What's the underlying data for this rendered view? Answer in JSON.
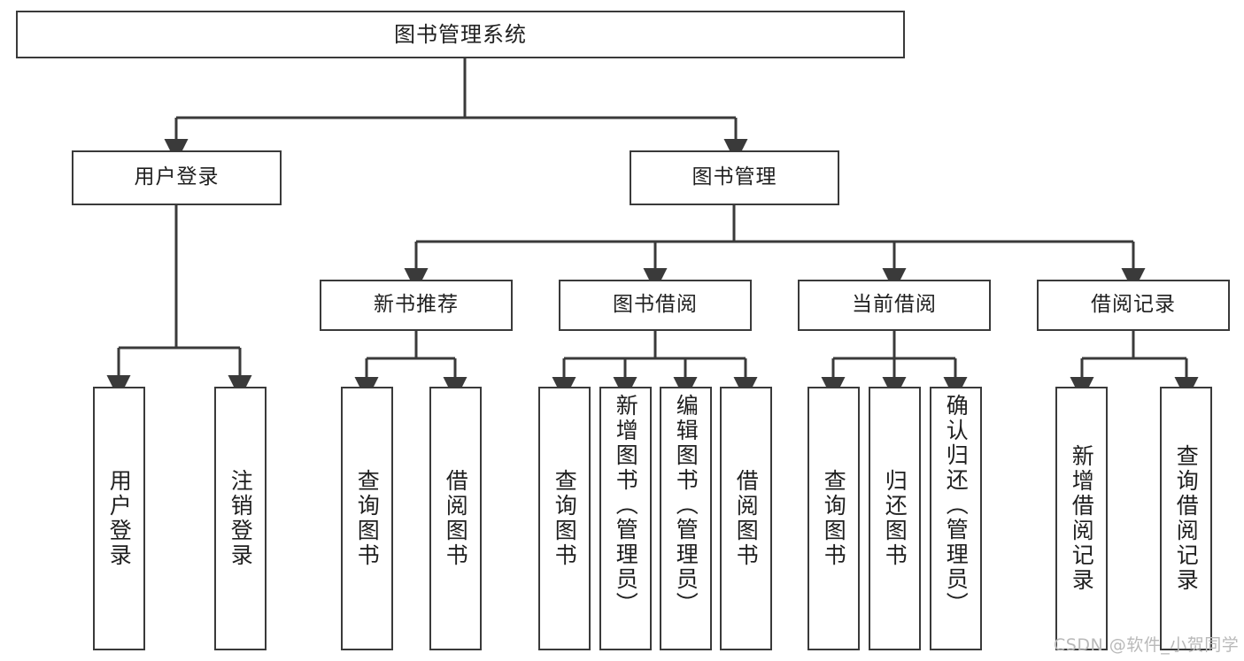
{
  "diagram": {
    "title": "图书管理系统",
    "type": "tree",
    "root": {
      "id": "root",
      "label": "图书管理系统"
    },
    "level2": [
      {
        "id": "login",
        "label": "用户登录"
      },
      {
        "id": "bookmgmt",
        "label": "图书管理"
      }
    ],
    "level3": [
      {
        "id": "newbook",
        "label": "新书推荐",
        "parent": "bookmgmt"
      },
      {
        "id": "borrow",
        "label": "图书借阅",
        "parent": "bookmgmt"
      },
      {
        "id": "current",
        "label": "当前借阅",
        "parent": "bookmgmt"
      },
      {
        "id": "record",
        "label": "借阅记录",
        "parent": "bookmgmt"
      }
    ],
    "leaves": {
      "login": [
        {
          "id": "leaf-user-login",
          "label": "用户登录",
          "align": "center"
        },
        {
          "id": "leaf-user-logout",
          "label": "注销登录",
          "align": "center"
        }
      ],
      "newbook": [
        {
          "id": "leaf-query-book-1",
          "label": "查询图书",
          "align": "center"
        },
        {
          "id": "leaf-borrow-book-1",
          "label": "借阅图书",
          "align": "center"
        }
      ],
      "borrow": [
        {
          "id": "leaf-query-book-2",
          "label": "查询图书",
          "align": "center"
        },
        {
          "id": "leaf-add-book",
          "label": "新增图书（管理员）",
          "align": "top"
        },
        {
          "id": "leaf-edit-book",
          "label": "编辑图书（管理员）",
          "align": "top"
        },
        {
          "id": "leaf-borrow-book-2",
          "label": "借阅图书",
          "align": "center"
        }
      ],
      "current": [
        {
          "id": "leaf-query-book-3",
          "label": "查询图书",
          "align": "center"
        },
        {
          "id": "leaf-return-book",
          "label": "归还图书",
          "align": "center"
        },
        {
          "id": "leaf-confirm-return",
          "label": "确认归还（管理员）",
          "align": "top"
        }
      ],
      "record": [
        {
          "id": "leaf-add-record",
          "label": "新增借阅记录",
          "align": "center"
        },
        {
          "id": "leaf-query-record",
          "label": "查询借阅记录",
          "align": "center"
        }
      ]
    },
    "watermark": "CSDN @软件_小贺同学",
    "colors": {
      "stroke": "#3a3a3a",
      "fill": "#ffffff",
      "text": "#1f1f1f",
      "watermark": "#b9b9b9"
    }
  }
}
